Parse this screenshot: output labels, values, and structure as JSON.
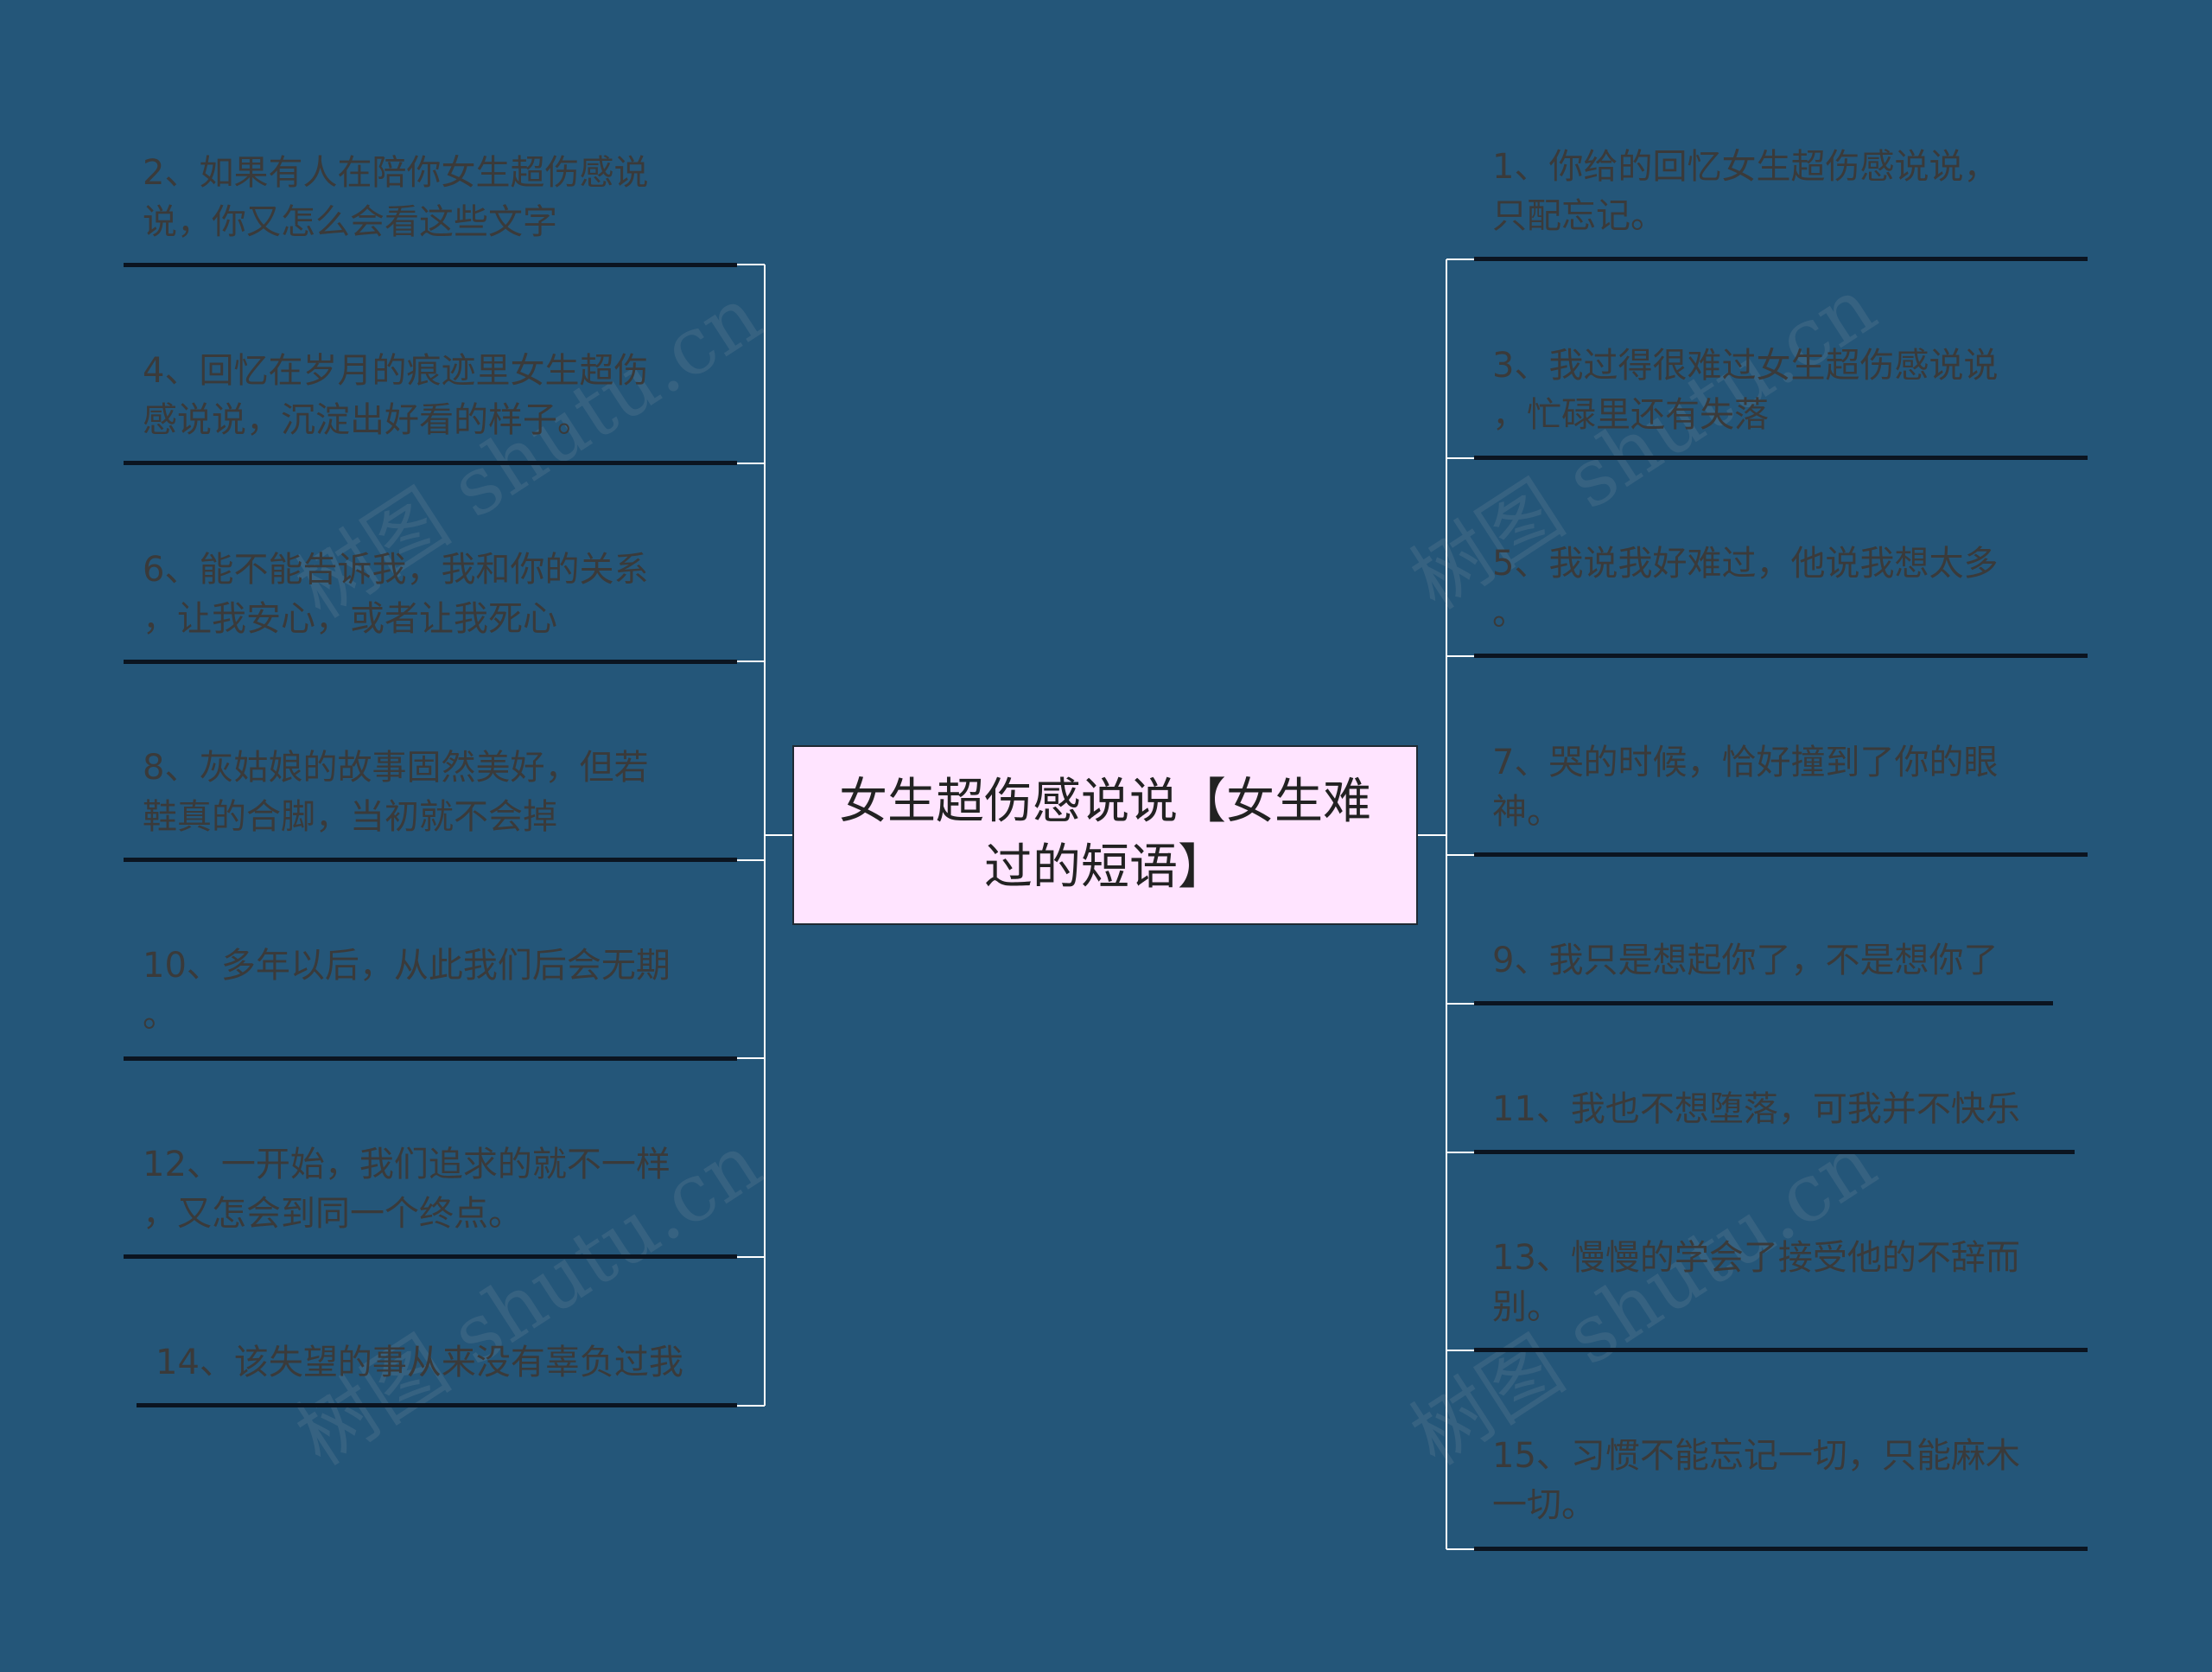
{
  "center": {
    "title": "女生超伤感说说【女生难过的短语】"
  },
  "left": [
    {
      "text": "2、如果有人在陪你女生超伤感说\n说，你又怎么会看这些文字"
    },
    {
      "text": "4、回忆在岁月的痕迹里女生超伤\n感说说，沉淀出好看的样子。"
    },
    {
      "text": "6、能不能告诉我，我和你的关系\n，让我安心，或者让我死心"
    },
    {
      "text": "8、灰姑娘的故事固然美好，但若\n鞋真的合脚，当初就不会掉"
    },
    {
      "text": "10、多年以后，从此我们后会无期\n。"
    },
    {
      "text": "12、一开始，我们追求的就不一样\n，又怎会到同一个终点。"
    },
    {
      "text": "14、该失望的事从来没有辜负过我"
    }
  ],
  "right": [
    {
      "text": "1、你给的回忆女生超伤感说说，\n只配忘记。"
    },
    {
      "text": "3、我过得很难过女生超伤感说说\n，忙碌里还有失落"
    },
    {
      "text": "5、我说我好难过，他说我想太多\n。"
    },
    {
      "text": "7、哭的时候，恰好撞到了你的眼\n神。"
    },
    {
      "text": "9、我只是想起你了，不是想你了"
    },
    {
      "text": "11、我也不想堕落，可我并不快乐"
    },
    {
      "text": "13、慢慢的学会了接受他的不辞而\n别。"
    },
    {
      "text": "15、习惯不能忘记一切，只能麻木\n一切。"
    }
  ],
  "watermarks": [
    "树图 shutu.cn",
    "树图 shutu.cn",
    "树图 shutu.cn",
    "树图 shutu.cn"
  ],
  "colors": {
    "background": "#245679",
    "center_fill": "#ffe4ff",
    "connector": "#ffffff",
    "underline": "#0b1420",
    "text": "#3a3a3a"
  }
}
